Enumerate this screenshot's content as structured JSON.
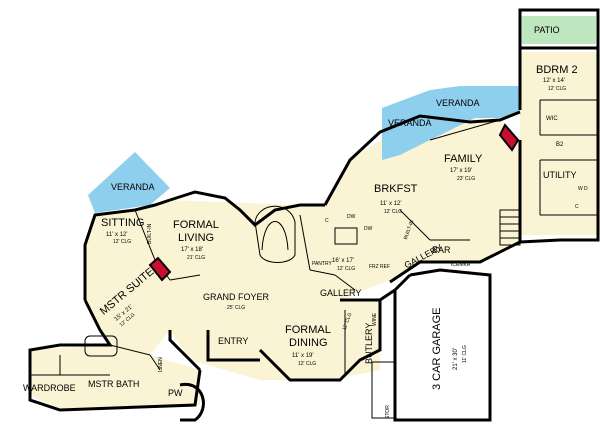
{
  "colors": {
    "floor": "#fbf4d4",
    "veranda": "#8ecfee",
    "patio": "#bfe7bf",
    "wall": "#000000"
  },
  "rooms": {
    "patio": {
      "name": "PATIO"
    },
    "bdrm2": {
      "name": "BDRM 2",
      "dims": "12' x 14'",
      "clg": "12' CLG"
    },
    "wic": {
      "name": "WIC"
    },
    "b2": {
      "name": "B2"
    },
    "utility": {
      "name": "UTILITY"
    },
    "veranda_right": {
      "name": "VERANDA"
    },
    "veranda_mid": {
      "name": "VERANDA"
    },
    "veranda_left": {
      "name": "VERANDA"
    },
    "family": {
      "name": "FAMILY",
      "dims": "17' x 19'",
      "clg": "23' CLG"
    },
    "brkfst": {
      "name": "BRKFST",
      "dims": "11' x 12'",
      "clg": "12' CLG"
    },
    "kitchen": {
      "dims": "16' x 17'",
      "clg": "12' CLG"
    },
    "pantry": {
      "name": "PANTRY"
    },
    "frz": {
      "name": "FRZ"
    },
    "ref": {
      "name": "REF"
    },
    "built_in_kitchen": {
      "name": "BUILT-IN"
    },
    "gallery_right": {
      "name": "GALLERY"
    },
    "bar": {
      "name": "BAR"
    },
    "icemkr": {
      "name": "ICEMKR"
    },
    "sitting": {
      "name": "SITTING",
      "dims": "11' x 12'",
      "clg": "12' CLG"
    },
    "built_in_sitting": {
      "name": "BUILT-IN"
    },
    "formal_living": {
      "name1": "FORMAL",
      "name2": "LIVING",
      "dims": "17' x 18'",
      "clg": "21' CLG"
    },
    "grand_foyer": {
      "name": "GRAND FOYER",
      "clg": "25' CLG"
    },
    "gallery_center": {
      "name": "GALLERY"
    },
    "mstr_suite": {
      "name": "MSTR SUITE",
      "dims": "15' x 21'",
      "clg": "12' CLG"
    },
    "entry": {
      "name": "ENTRY"
    },
    "formal_dining": {
      "name1": "FORMAL",
      "name2": "DINING",
      "dims": "11' x 19'",
      "clg": "12' CLG"
    },
    "butlery": {
      "name": "BUTLERY"
    },
    "wine": {
      "name": "WINE"
    },
    "clg_12": {
      "name": "12' CLG"
    },
    "garage": {
      "name": "3 CAR GARAGE",
      "dims": "21' x 30'",
      "clg": "11' CLG"
    },
    "stor": {
      "name": "STOR"
    },
    "wardrobe": {
      "name": "WARDROBE"
    },
    "mstr_bath": {
      "name": "MSTR BATH"
    },
    "linen": {
      "name": "LINEN"
    },
    "pw": {
      "name": "PW"
    },
    "dw": {
      "name": "DW"
    },
    "c": {
      "name": "C"
    },
    "w": {
      "name": "W"
    },
    "d": {
      "name": "D"
    }
  }
}
